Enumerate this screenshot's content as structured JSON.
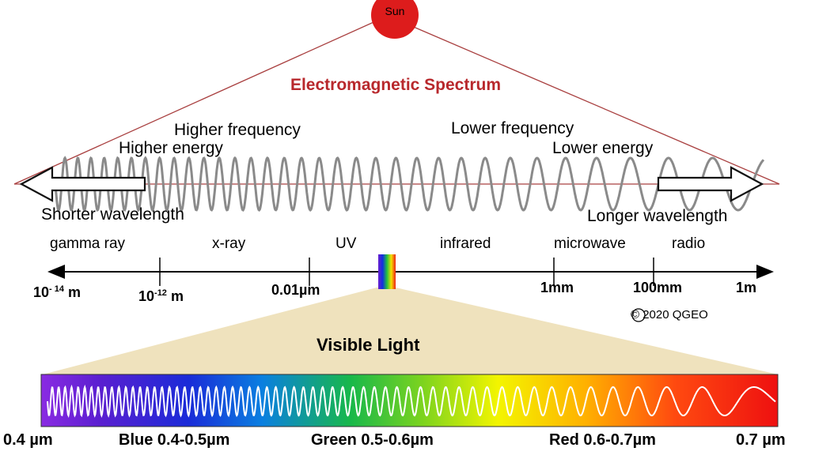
{
  "sun_label": "Sun",
  "title": "Electromagnetic Spectrum",
  "left_labels": {
    "line1": "Higher frequency",
    "line2": "Higher energy",
    "line3": "Shorter wavelength"
  },
  "right_labels": {
    "line1": "Lower frequency",
    "line2": "Lower energy",
    "line3": "Longer wavelength"
  },
  "bands": [
    "gamma ray",
    "x-ray",
    "UV",
    "infrared",
    "microwave",
    "radio"
  ],
  "scale_ticks": [
    {
      "base": "10",
      "exp": "- 14",
      "unit": "m"
    },
    {
      "base": "10",
      "exp": "-12",
      "unit": "m"
    },
    {
      "text": "0.01µm"
    },
    {
      "text": "1mm"
    },
    {
      "text": "100mm"
    },
    {
      "text": "1m"
    }
  ],
  "copyright": "© 2020 QGEO",
  "visible": {
    "title": "Visible Light",
    "labels": [
      "0.4 µm",
      "Blue 0.4-0.5µm",
      "Green 0.5-0.6µm",
      "Red 0.6-0.7µm",
      "0.7 µm"
    ]
  },
  "colors": {
    "sun": "#dd1c1c",
    "title": "#b8282c",
    "triangle_line": "#a94040",
    "wave": "#8a8a8a",
    "cone_fill": "#efe2bd"
  }
}
